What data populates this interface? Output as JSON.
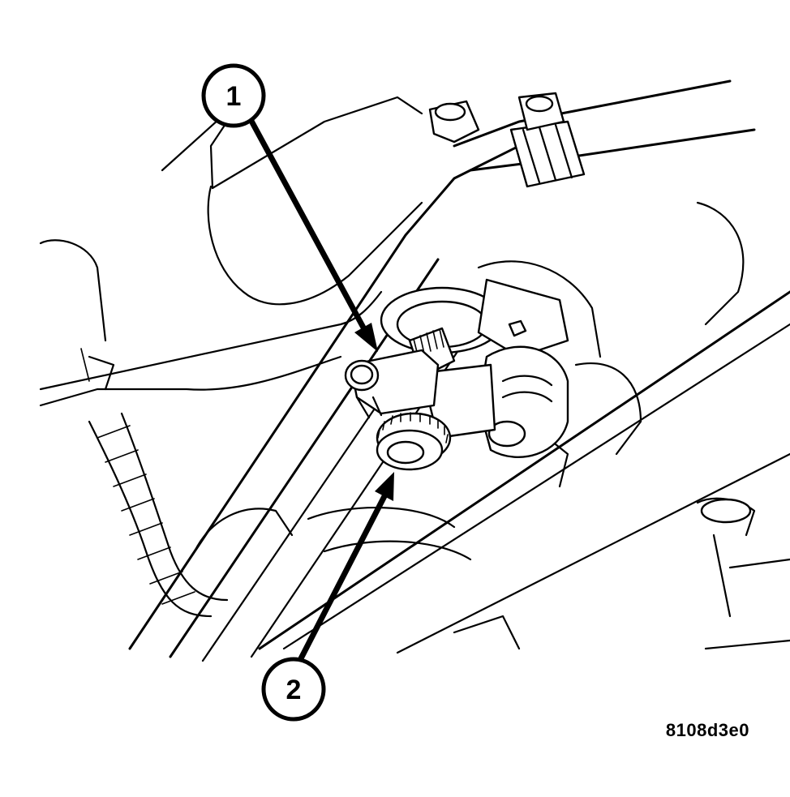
{
  "callouts": [
    {
      "number": "1"
    },
    {
      "number": "2"
    }
  ],
  "figure_code": "8108d3e0",
  "icons": {
    "callout_arrow": "leader-arrow-icon"
  }
}
